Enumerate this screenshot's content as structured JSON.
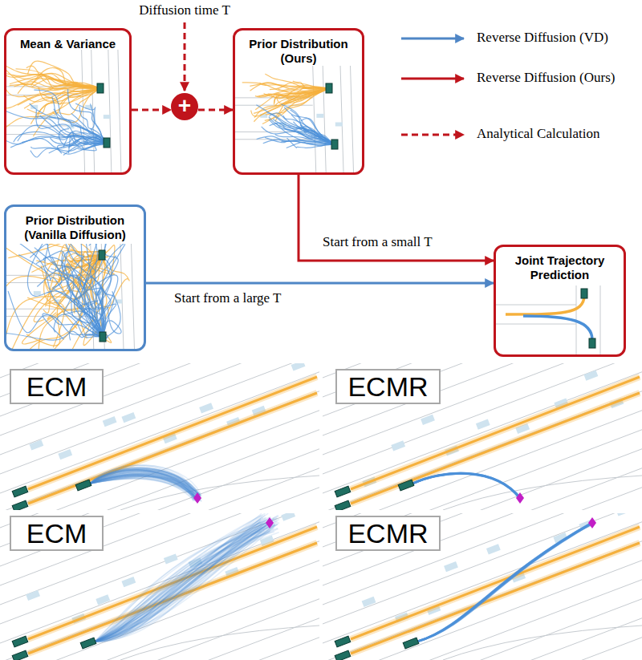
{
  "diagram": {
    "nodes": [
      {
        "text": [
          "Mean & Variance"
        ]
      },
      {
        "text": [
          "+"
        ]
      },
      {
        "text": [
          "Prior Distribution (Ours)"
        ]
      },
      {
        "text": [
          "Prior Distribution (Vanilla Diffusion)"
        ]
      },
      {
        "text": [
          "Joint Trajectory Prediction"
        ]
      },
      {
        "text": [
          "ECM"
        ]
      },
      {
        "text": [
          "ECMR"
        ]
      },
      {
        "text": [
          "ECM"
        ]
      },
      {
        "text": [
          "ECMR"
        ]
      }
    ],
    "edges": [
      {
        "from": 0,
        "to": 1,
        "arrow": "to"
      },
      {
        "from": 1,
        "to": 2,
        "arrow": "to"
      },
      {
        "from": 2,
        "to": 4,
        "label": "Start from a small T",
        "arrow": "to"
      },
      {
        "from": 3,
        "to": 4,
        "label": "Start from a large T",
        "arrow": "to"
      }
    ],
    "labels": [
      "Diffusion time T"
    ],
    "legend": [
      {
        "text": "Reverse Diffusion (VD)"
      },
      {
        "text": "Reverse Diffusion (Ours)"
      },
      {
        "text": "Analytical Calculation"
      }
    ]
  }
}
